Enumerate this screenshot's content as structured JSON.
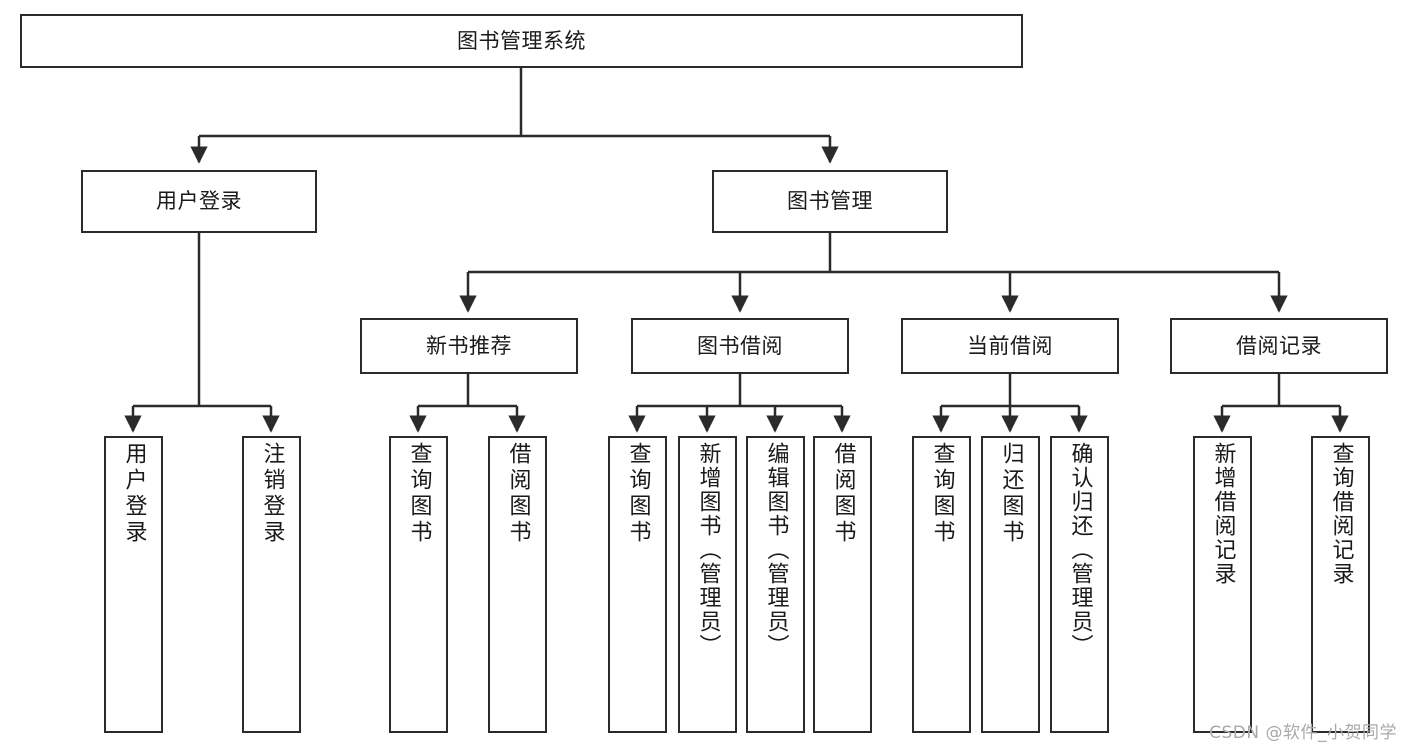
{
  "diagram": {
    "title": "图书管理系统",
    "type": "hierarchy-tree",
    "watermark": "CSDN @软件_小贺同学",
    "colors": {
      "stroke": "#2b2b2b",
      "fill": "#ffffff",
      "text": "#1a1a1a",
      "watermark": "#a9a9a9"
    },
    "nodes": {
      "root": "图书管理系统",
      "level2": [
        "用户登录",
        "图书管理"
      ],
      "level3": [
        "新书推荐",
        "图书借阅",
        "当前借阅",
        "借阅记录"
      ],
      "leaves": {
        "user_login": [
          "用户登录",
          "注销登录"
        ],
        "new_book_recommend": [
          "查询图书",
          "借阅图书"
        ],
        "book_borrow": [
          "查询图书",
          "新增图书（管理员）",
          "编辑图书（管理员）",
          "借阅图书"
        ],
        "current_borrow": [
          "查询图书",
          "归还图书",
          "确认归还（管理员）"
        ],
        "borrow_record": [
          "新增借阅记录",
          "查询借阅记录"
        ]
      }
    }
  }
}
